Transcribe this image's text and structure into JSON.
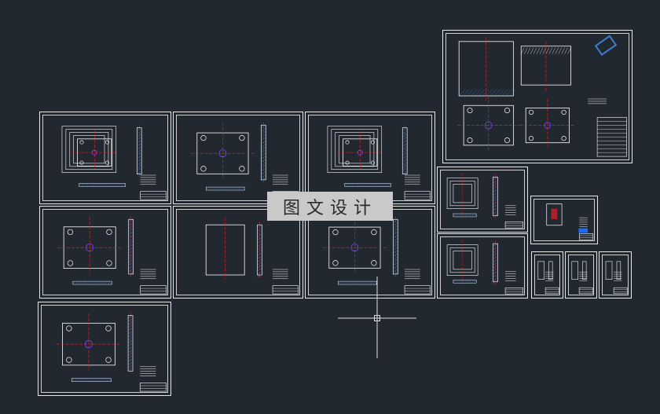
{
  "app": {
    "type": "cad-drawing-viewer"
  },
  "watermark": {
    "text": "图文设计"
  },
  "colors": {
    "background": "#212830",
    "sheet_border": "#e8e8e8",
    "geometry": "#ffffff",
    "centerline": "#ff2020",
    "accent": "#8a40ff",
    "hatch": "#3a7fd0",
    "dim_blue": "#1a6bff"
  },
  "sheets": [
    {
      "id": "sheet-a1",
      "style": "assembly"
    },
    {
      "id": "sheet-a2",
      "style": "plate"
    },
    {
      "id": "sheet-a3",
      "style": "assembly"
    },
    {
      "id": "sheet-b1",
      "style": "plate"
    },
    {
      "id": "sheet-b2",
      "style": "part"
    },
    {
      "id": "sheet-b3",
      "style": "plate"
    },
    {
      "id": "sheet-c1",
      "style": "plate"
    },
    {
      "id": "sheet-main",
      "style": "main"
    },
    {
      "id": "sheet-m1",
      "style": "small"
    },
    {
      "id": "sheet-m2",
      "style": "small"
    },
    {
      "id": "sheet-s1",
      "style": "tiny"
    },
    {
      "id": "sheet-t1",
      "style": "micro"
    },
    {
      "id": "sheet-t2",
      "style": "micro"
    },
    {
      "id": "sheet-t3",
      "style": "micro"
    }
  ],
  "cursor": {
    "icon": "crosshair-cursor-icon"
  }
}
